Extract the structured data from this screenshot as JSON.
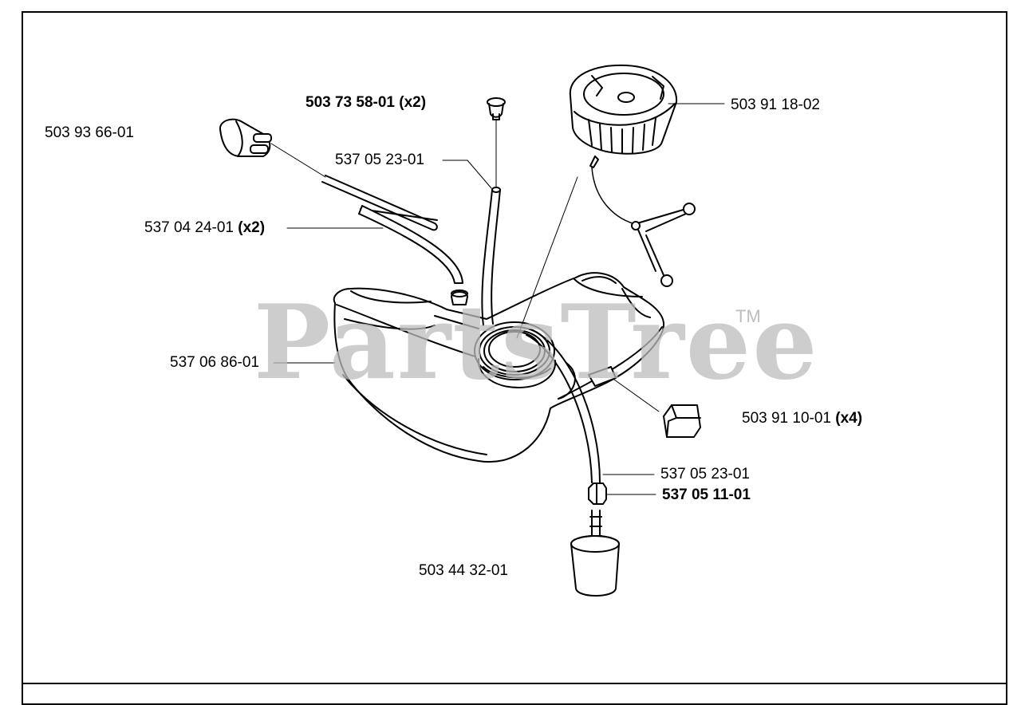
{
  "labels": {
    "l1": {
      "part": "503 73 58-01",
      "qty": "(x2)"
    },
    "l2": {
      "part": "503 91 18-02",
      "qty": ""
    },
    "l3": {
      "part": "503 93 66-01",
      "qty": ""
    },
    "l4": {
      "part": "537 05 23-01",
      "qty": ""
    },
    "l5": {
      "part": "537 04 24-01",
      "qty": "(x2)"
    },
    "l6": {
      "part": "537 06 86-01",
      "qty": ""
    },
    "l7": {
      "part": "503 91 10-01",
      "qty": "(x4)"
    },
    "l8": {
      "part": "537 05 23-01",
      "qty": ""
    },
    "l9": {
      "part": "537 05 11-01",
      "qty": ""
    },
    "l10": {
      "part": "503 44 32-01",
      "qty": ""
    }
  },
  "watermark": {
    "text": "PartsTree",
    "tm": "TM"
  },
  "colors": {
    "line": "#000000",
    "watermark": "#bdbdbd"
  }
}
